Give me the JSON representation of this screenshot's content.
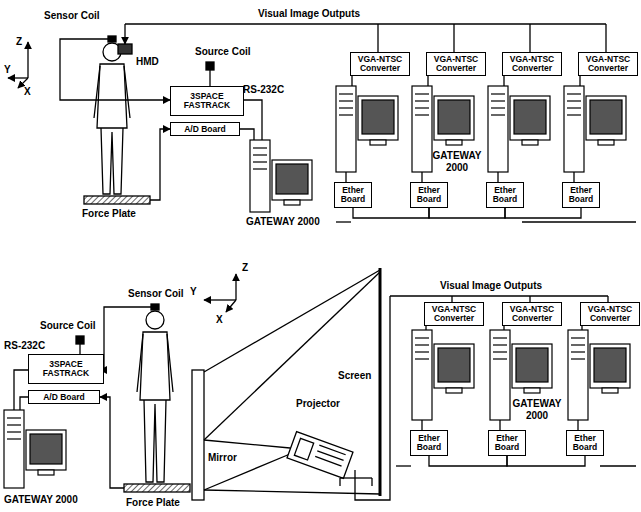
{
  "diagram": {
    "nodes": [
      {
        "text": [
          "3SPACE FASTRACK"
        ]
      },
      {
        "text": [
          "A/D Board"
        ]
      },
      {
        "text": [
          "VGA-NTSC Converter"
        ]
      },
      {
        "text": [
          "VGA-NTSC Converter"
        ]
      },
      {
        "text": [
          "VGA-NTSC Converter"
        ]
      },
      {
        "text": [
          "VGA-NTSC Converter"
        ]
      },
      {
        "text": [
          "Ether Board"
        ]
      },
      {
        "text": [
          "Ether Board"
        ]
      },
      {
        "text": [
          "Ether Board"
        ]
      },
      {
        "text": [
          "Ether Board"
        ]
      },
      {
        "text": [
          "3SPACE FASTRACK"
        ]
      },
      {
        "text": [
          "A/D Board"
        ]
      },
      {
        "text": [
          "VGA-NTSC Converter"
        ]
      },
      {
        "text": [
          "VGA-NTSC Converter"
        ]
      },
      {
        "text": [
          "VGA-NTSC Converter"
        ]
      },
      {
        "text": [
          "Ether Board"
        ]
      },
      {
        "text": [
          "Ether Board"
        ]
      },
      {
        "text": [
          "Ether Board"
        ]
      }
    ],
    "edges": [
      {
        "from": 6,
        "to": 7,
        "arrow": "none"
      },
      {
        "from": 7,
        "to": 8,
        "arrow": "none"
      },
      {
        "from": 8,
        "to": 9,
        "arrow": "none"
      },
      {
        "from": 15,
        "to": 16,
        "arrow": "none"
      },
      {
        "from": 16,
        "to": 17,
        "arrow": "none"
      }
    ],
    "labels": [
      "Sensor Coil",
      "Visual Image Outputs",
      "Z",
      "Y",
      "X",
      "HMD",
      "Source Coil",
      "RS-232C",
      "Force Plate",
      "GATEWAY 2000",
      "GATEWAY 2000",
      "Visual Image Outputs",
      "Sensor Coil",
      "Source Coil",
      "RS-232C",
      "Z",
      "Y",
      "X",
      "Screen",
      "Mirror",
      "Projector",
      "GATEWAY 2000",
      "GATEWAY 2000",
      "Force Plate"
    ]
  }
}
